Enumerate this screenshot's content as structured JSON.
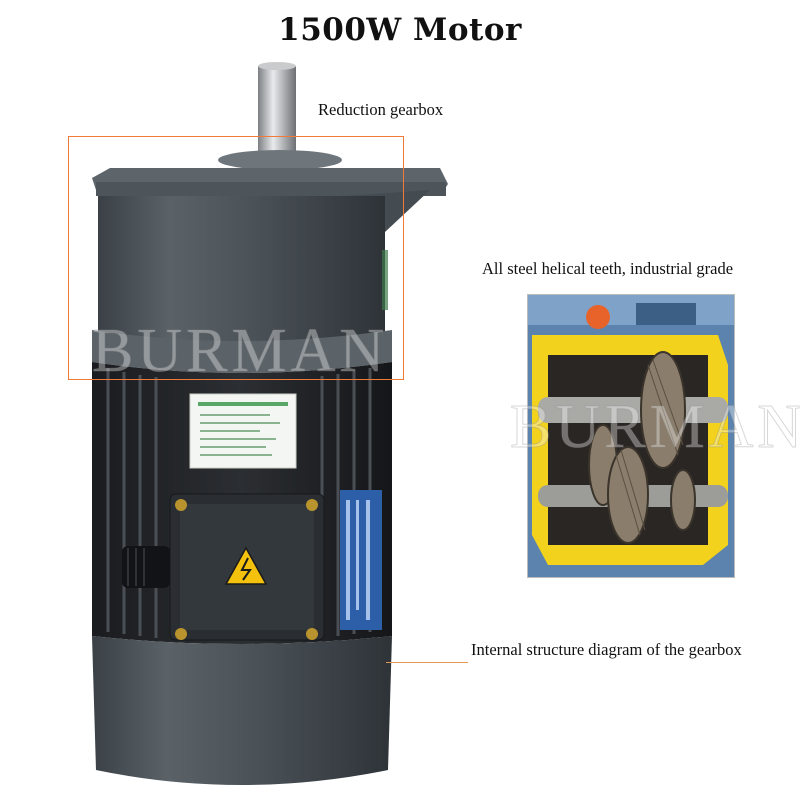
{
  "title": "1500W Motor",
  "labels": {
    "reduction_gearbox": "Reduction gearbox",
    "helical_teeth": "All steel helical teeth, industrial grade",
    "internal_structure": "Internal structure diagram of the gearbox"
  },
  "watermark": "BURMAN",
  "colors": {
    "motor_body": "#4a5157",
    "callout_border": "#f07a3a",
    "inset_frame": "#f2d21c"
  }
}
